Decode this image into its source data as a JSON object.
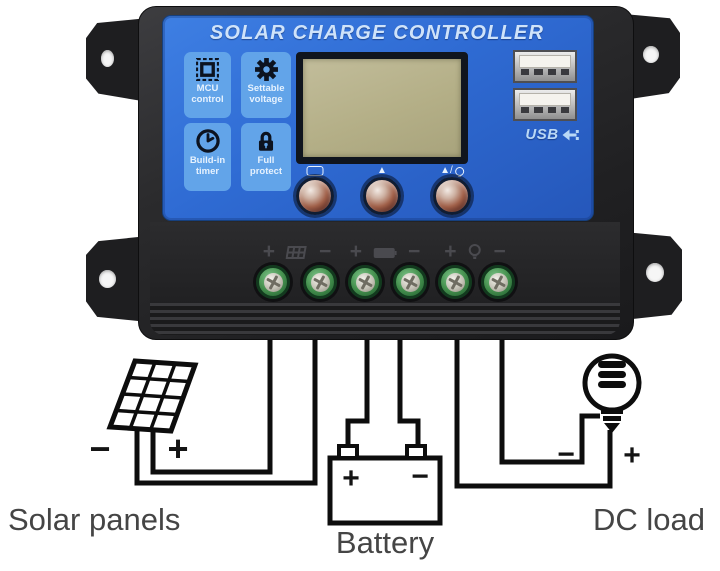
{
  "device": {
    "title": "SOLAR CHARGE CONTROLLER",
    "features": [
      {
        "icon": "mcu-chip-icon",
        "label": "MCU control"
      },
      {
        "icon": "gear-icon",
        "label": "Settable voltage"
      },
      {
        "icon": "clock-icon",
        "label": "Build-in timer"
      },
      {
        "icon": "padlock-icon",
        "label": "Full protect"
      }
    ],
    "buttons": [
      {
        "icon": "set-button-icon",
        "glyph": ""
      },
      {
        "icon": "up-arrow-icon",
        "glyph": "▲"
      },
      {
        "icon": "arrow-lamp-icon",
        "glyph": "▲/"
      }
    ],
    "usb_label": "USB",
    "terminal_groups": [
      {
        "pos": "+",
        "icon": "solar-panel-mini-icon",
        "neg": "−"
      },
      {
        "pos": "+",
        "icon": "battery-mini-icon",
        "neg": "−"
      },
      {
        "pos": "+",
        "icon": "lamp-mini-icon",
        "neg": "−"
      }
    ]
  },
  "diagram": {
    "solar": {
      "neg_sign": "−",
      "pos_sign": "+",
      "caption": "Solar panels"
    },
    "battery": {
      "pos_sign": "+",
      "neg_sign": "−",
      "caption": "Battery"
    },
    "load": {
      "neg_sign": "−",
      "pos_sign": "+",
      "caption": "DC load"
    }
  },
  "colors": {
    "panel_blue": "#2f6bd3",
    "badge_blue": "#62a4e9",
    "lcd_green": "#b5b088",
    "terminal_green": "#3f8a4f",
    "wire_black": "#0d0d0d",
    "caption_gray": "#454545"
  }
}
